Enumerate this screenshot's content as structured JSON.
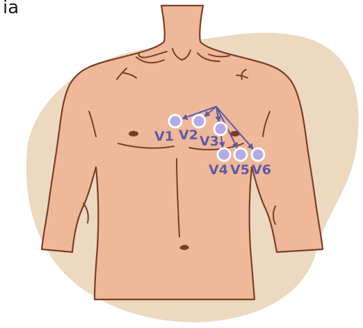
{
  "caption_fragment": "ia",
  "colors": {
    "backdrop": "#ecd9c0",
    "skin": "#efb898",
    "outline": "#7a3e26",
    "lead_fill": "#b5aae2",
    "lead_ring": "#ffffff",
    "wire": "#5f5aa7",
    "label": "#5f5aa7"
  },
  "leads": [
    {
      "id": "V1",
      "label": "V1"
    },
    {
      "id": "V2",
      "label": "V2"
    },
    {
      "id": "V3",
      "label": "V3"
    },
    {
      "id": "V4",
      "label": "V4"
    },
    {
      "id": "V5",
      "label": "V5"
    },
    {
      "id": "V6",
      "label": "V6"
    }
  ]
}
